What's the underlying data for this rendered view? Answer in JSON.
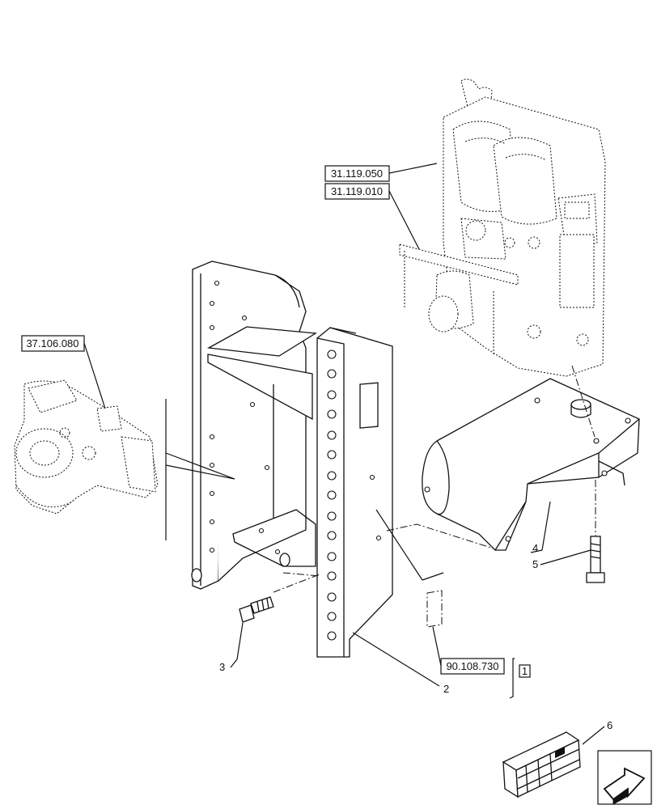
{
  "refs": {
    "r1": "31.119.050",
    "r2": "31.119.010",
    "r3": "37.106.080",
    "r4": "90.108.730"
  },
  "note_number": "1",
  "items": {
    "i2": "2",
    "i3": "3",
    "i4": "4",
    "i5": "5",
    "i6": "6"
  },
  "icons": {
    "nav": "next-page-arrow-icon",
    "kit": "crate-icon"
  }
}
